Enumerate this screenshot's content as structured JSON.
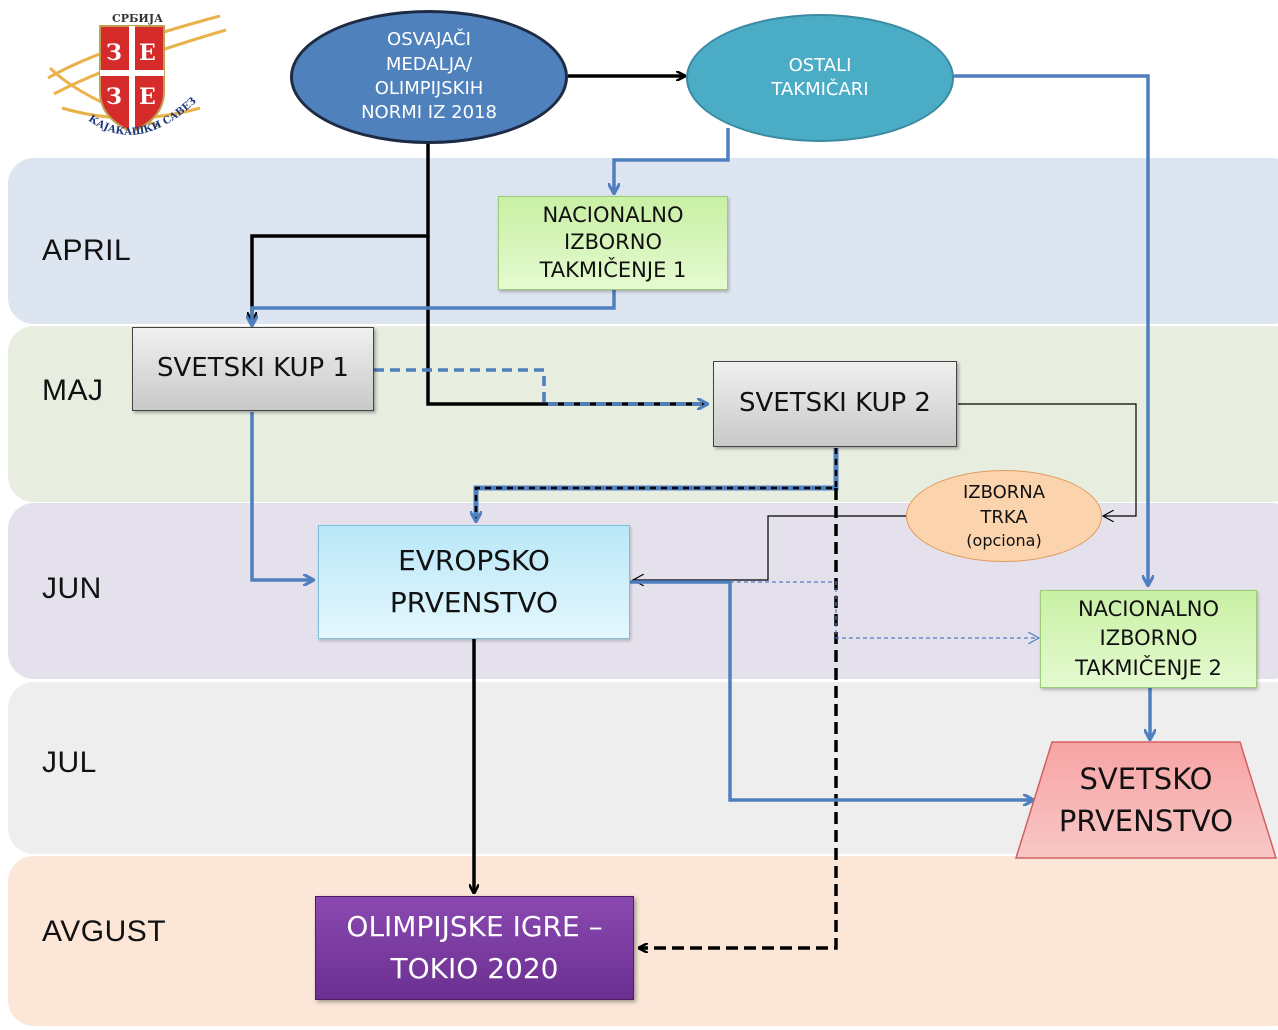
{
  "logo": {
    "top_text": "СРБИЈА",
    "shield_letters": [
      "З",
      "Е",
      "З",
      "Е"
    ],
    "ring_text": "КАЈАКАШКИ САВЕЗ"
  },
  "months": [
    {
      "id": "april",
      "label": "APRIL",
      "color": "#dde5f0"
    },
    {
      "id": "maj",
      "label": "MAJ",
      "color": "#e8eedf"
    },
    {
      "id": "jun",
      "label": "JUN",
      "color": "#e4e0ec"
    },
    {
      "id": "jul",
      "label": "JUL",
      "color": "#eeeeee"
    },
    {
      "id": "avgust",
      "label": "AVGUST",
      "color": "#fbe6d8"
    }
  ],
  "nodes": {
    "osvajaci": {
      "lines": [
        "OSVAJAČI",
        "MEDALJA/",
        "OLIMPIJSKIH",
        "NORMI IZ 2018"
      ]
    },
    "ostali": {
      "lines": [
        "OSTALI",
        "TAKMIČARI"
      ]
    },
    "nacionalno1": {
      "lines": [
        "NACIONALNO",
        "IZBORNO",
        "TAKMIČENJE 1"
      ]
    },
    "svetski_kup_1": {
      "lines": [
        "SVETSKI KUP 1"
      ]
    },
    "svetski_kup_2": {
      "lines": [
        "SVETSKI KUP 2"
      ]
    },
    "izborna_trka": {
      "lines": [
        "IZBORNA",
        "TRKA",
        "(opciona)"
      ]
    },
    "evropsko": {
      "lines": [
        "EVROPSKO",
        "PRVENSTVO"
      ]
    },
    "nacionalno2": {
      "lines": [
        "NACIONALNO",
        "IZBORNO",
        "TAKMIČENJE 2"
      ]
    },
    "svetsko": {
      "lines": [
        "SVETSKO",
        "PRVENSTVO"
      ]
    },
    "olimpijske": {
      "lines": [
        "OLIMPIJSKE IGRE –",
        "TOKIO 2020"
      ]
    }
  },
  "colors": {
    "black_line": "#000000",
    "blue_line": "#4f7fbf",
    "oval_dark_blue": "#4f81bd",
    "oval_teal": "#4bacc6",
    "green_box": "#d7f5b4",
    "gray_box": "#d9d9d9",
    "light_blue_box": "#c6eefa",
    "orange_oval": "#fbd3ad",
    "pink_trapezoid": "#f8a8a8",
    "purple_box": "#7b3fa0"
  }
}
